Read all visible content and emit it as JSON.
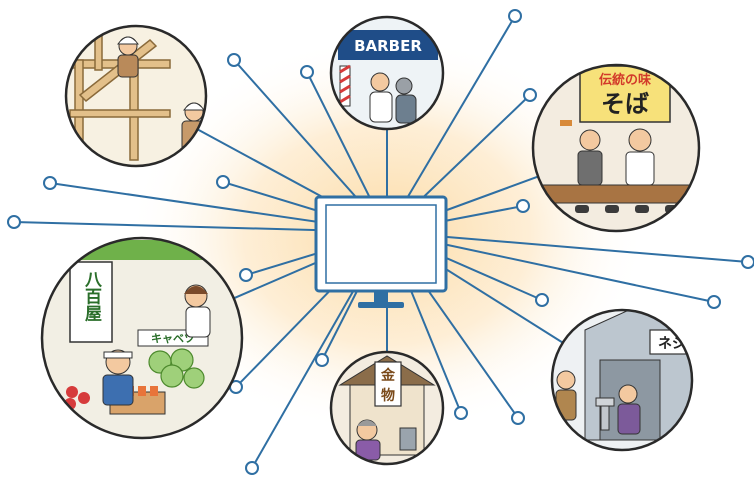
{
  "colors": {
    "line": "#2f6fa3",
    "glow": "#fde7c4",
    "node_fill": "#ffffff",
    "circle_border": "#2a2a2a",
    "monitor_frame": "#2f6fa3",
    "monitor_screen": "#ffffff"
  },
  "center_device": "monitor",
  "scenes": {
    "construction": {
      "icon": "construction-workers"
    },
    "barber": {
      "sign": "BARBER",
      "icon": "barber-shop"
    },
    "soba": {
      "banner_top": "伝統の味",
      "banner_main": "そば",
      "icon": "soba-shop"
    },
    "greengrocer": {
      "sign": "八百屋",
      "produce_label": "キャベツ",
      "icon": "vegetable-shop"
    },
    "hardware": {
      "sign_line1": "金",
      "sign_line2": "物",
      "icon": "hardware-store"
    },
    "screw_factory": {
      "sign": "ネジ",
      "icon": "screw-factory"
    }
  }
}
